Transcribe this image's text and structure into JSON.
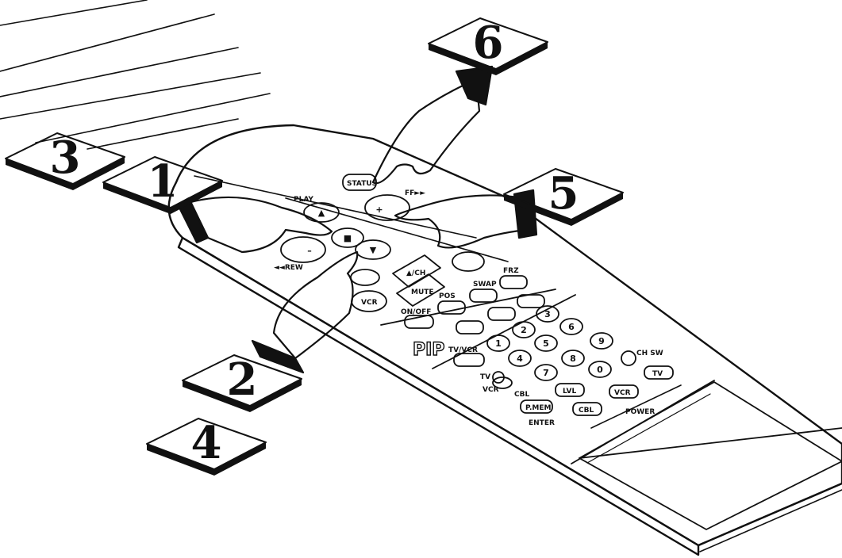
{
  "callouts": [
    "1",
    "2",
    "3",
    "4",
    "5",
    "6"
  ],
  "remote": {
    "play_label": "PLAY",
    "status_label": "STATUS",
    "stop_glyph": "■",
    "play_glyph": "▲",
    "ffwd_label": "FF►►",
    "rew_label": "◄◄REW",
    "minus_glyph": "–",
    "plus_glyph": "+",
    "down_glyph": "▼",
    "ch_label": "▲/CH",
    "mute_label": "MUTE",
    "vcr_label": "VCR",
    "onoff_label": "ON/OFF",
    "pos_label": "POS",
    "swap_label": "SWAP",
    "frz_label": "FRZ",
    "pip_logo": "PIP",
    "tvvcr_label": "TV/VCR",
    "tv_label": "TV",
    "vcr_switch_label": "VCR",
    "cbl_label": "CBL",
    "digits": [
      "1",
      "2",
      "3",
      "4",
      "5",
      "6",
      "7",
      "8",
      "9",
      "0"
    ],
    "pmem_label": "P.MEM",
    "enter_label": "ENTER",
    "cbl_btn": "CBL",
    "tv_btn": "TV",
    "vcr_btn": "VCR",
    "lvl_label": "LVL",
    "power_label": "POWER",
    "chsw_label": "CH SW"
  }
}
